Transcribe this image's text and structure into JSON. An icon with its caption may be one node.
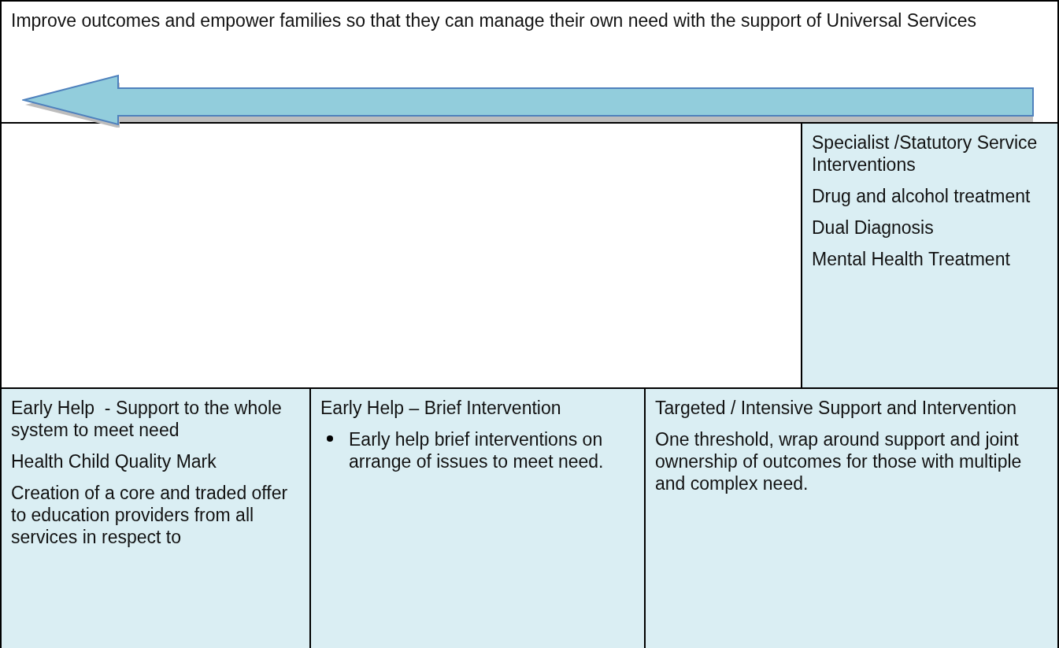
{
  "diagram": {
    "nodes": [
      {
        "text": [
          "Improve outcomes and empower families so that they can manage their own need with the support of Universal Services"
        ]
      },
      {
        "text": [
          "Specialist /Statutory Service Interventions",
          "Drug and alcohol treatment",
          "Dual Diagnosis",
          "Mental Health Treatment"
        ]
      },
      {
        "text": [
          "Early Help  - Support to the whole system to meet need",
          "Health Child Quality Mark",
          "Creation of a core and traded offer to education providers from all services in respect to"
        ]
      },
      {
        "text": [
          "Early Help – Brief Intervention",
          "Early help brief interventions on arrange of issues to meet need."
        ]
      },
      {
        "text": [
          "Targeted / Intensive Support and Intervention",
          "One threshold, wrap around support and joint ownership of outcomes for those with multiple and complex need."
        ]
      }
    ]
  }
}
